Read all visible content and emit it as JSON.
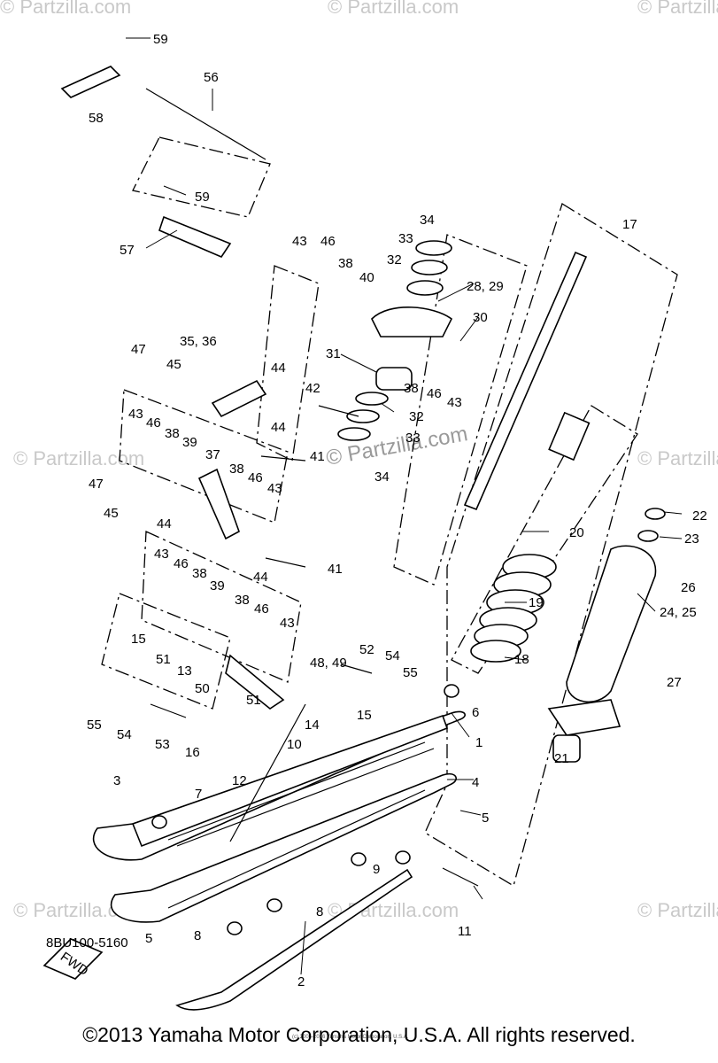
{
  "diagram": {
    "part_code": "8BU100-5160",
    "copyright": "©2013 Yamaha Motor Corporation, U.S.A. All rights reserved.",
    "fine_print": "(c) 2005-2016 Yamaha Motor Corporation, U.S.A.",
    "watermark": "© Partzilla.com",
    "direction_label": "FWD",
    "callouts": [
      {
        "id": "c59a",
        "text": "59"
      },
      {
        "id": "c56",
        "text": "56"
      },
      {
        "id": "c58",
        "text": "58"
      },
      {
        "id": "c59b",
        "text": "59"
      },
      {
        "id": "c57",
        "text": "57"
      },
      {
        "id": "c34a",
        "text": "34"
      },
      {
        "id": "c17",
        "text": "17"
      },
      {
        "id": "c43a",
        "text": "43"
      },
      {
        "id": "c46a",
        "text": "46"
      },
      {
        "id": "c33",
        "text": "33"
      },
      {
        "id": "c38a",
        "text": "38"
      },
      {
        "id": "c32a",
        "text": "32"
      },
      {
        "id": "c40",
        "text": "40"
      },
      {
        "id": "c2829",
        "text": "28, 29"
      },
      {
        "id": "c30",
        "text": "30"
      },
      {
        "id": "c47a",
        "text": "47"
      },
      {
        "id": "c3536",
        "text": "35, 36"
      },
      {
        "id": "c31",
        "text": "31"
      },
      {
        "id": "c45a",
        "text": "45"
      },
      {
        "id": "c44a",
        "text": "44"
      },
      {
        "id": "c38b",
        "text": "38"
      },
      {
        "id": "c46b",
        "text": "46"
      },
      {
        "id": "c43b",
        "text": "43"
      },
      {
        "id": "c42",
        "text": "42"
      },
      {
        "id": "c32b",
        "text": "32"
      },
      {
        "id": "c43c",
        "text": "43"
      },
      {
        "id": "c46c",
        "text": "46"
      },
      {
        "id": "c38c",
        "text": "38"
      },
      {
        "id": "c39a",
        "text": "39"
      },
      {
        "id": "c44b",
        "text": "44"
      },
      {
        "id": "c33b",
        "text": "33"
      },
      {
        "id": "c41a",
        "text": "41"
      },
      {
        "id": "c37",
        "text": "37"
      },
      {
        "id": "c34b",
        "text": "34"
      },
      {
        "id": "c38d",
        "text": "38"
      },
      {
        "id": "c46d",
        "text": "46"
      },
      {
        "id": "c43d",
        "text": "43"
      },
      {
        "id": "c47b",
        "text": "47"
      },
      {
        "id": "c45b",
        "text": "45"
      },
      {
        "id": "c44c",
        "text": "44"
      },
      {
        "id": "c20",
        "text": "20"
      },
      {
        "id": "c22",
        "text": "22"
      },
      {
        "id": "c23",
        "text": "23"
      },
      {
        "id": "c41b",
        "text": "41"
      },
      {
        "id": "c43e",
        "text": "43"
      },
      {
        "id": "c46e",
        "text": "46"
      },
      {
        "id": "c38e",
        "text": "38"
      },
      {
        "id": "c44d",
        "text": "44"
      },
      {
        "id": "c39b",
        "text": "39"
      },
      {
        "id": "c38f",
        "text": "38"
      },
      {
        "id": "c46f",
        "text": "46"
      },
      {
        "id": "c26",
        "text": "26"
      },
      {
        "id": "c15a",
        "text": "15"
      },
      {
        "id": "c43f",
        "text": "43"
      },
      {
        "id": "c19",
        "text": "19"
      },
      {
        "id": "c51a",
        "text": "51"
      },
      {
        "id": "c2425",
        "text": "24, 25"
      },
      {
        "id": "c13",
        "text": "13"
      },
      {
        "id": "c52",
        "text": "52"
      },
      {
        "id": "c54a",
        "text": "54"
      },
      {
        "id": "c4849",
        "text": "48, 49"
      },
      {
        "id": "c18",
        "text": "18"
      },
      {
        "id": "c55a",
        "text": "55"
      },
      {
        "id": "c50",
        "text": "50"
      },
      {
        "id": "c27",
        "text": "27"
      },
      {
        "id": "c6",
        "text": "6"
      },
      {
        "id": "c51b",
        "text": "51"
      },
      {
        "id": "c55b",
        "text": "55"
      },
      {
        "id": "c15b",
        "text": "15"
      },
      {
        "id": "c14",
        "text": "14"
      },
      {
        "id": "c54b",
        "text": "54"
      },
      {
        "id": "c1",
        "text": "1"
      },
      {
        "id": "c10",
        "text": "10"
      },
      {
        "id": "c53",
        "text": "53"
      },
      {
        "id": "c21",
        "text": "21"
      },
      {
        "id": "c16",
        "text": "16"
      },
      {
        "id": "c12",
        "text": "12"
      },
      {
        "id": "c3",
        "text": "3"
      },
      {
        "id": "c4",
        "text": "4"
      },
      {
        "id": "c7",
        "text": "7"
      },
      {
        "id": "c5a",
        "text": "5"
      },
      {
        "id": "c9",
        "text": "9"
      },
      {
        "id": "c8a",
        "text": "8"
      },
      {
        "id": "c11",
        "text": "11"
      },
      {
        "id": "c8b",
        "text": "8"
      },
      {
        "id": "c5b",
        "text": "5"
      },
      {
        "id": "c2",
        "text": "2"
      }
    ]
  }
}
